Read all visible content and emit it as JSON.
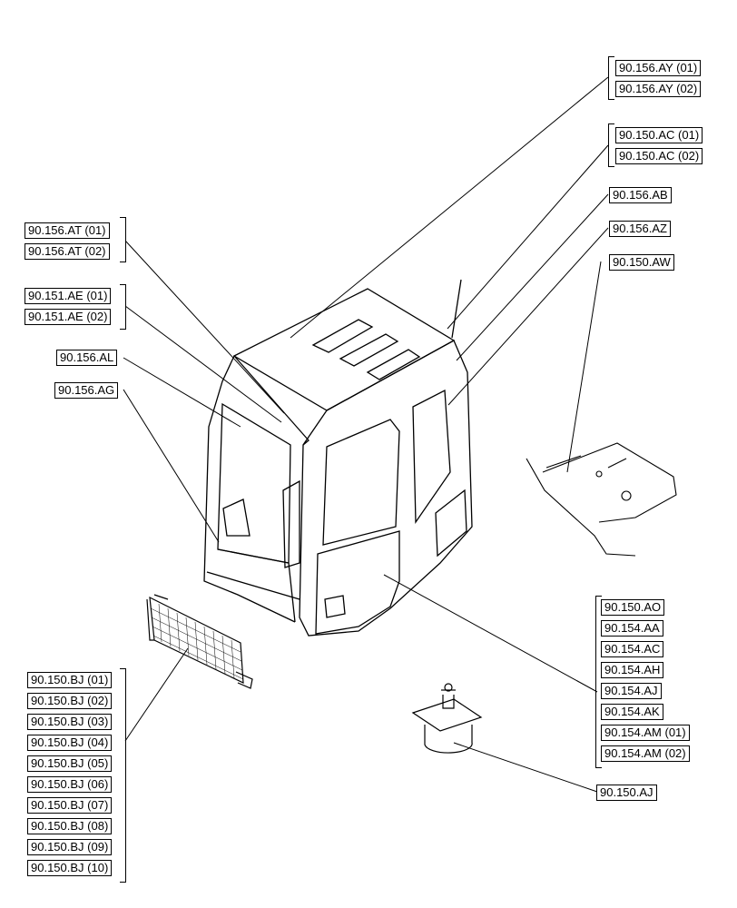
{
  "callouts": {
    "ay": [
      "90.156.AY (01)",
      "90.156.AY (02)"
    ],
    "ac": [
      "90.150.AC (01)",
      "90.150.AC (02)"
    ],
    "ab": "90.156.AB",
    "az": "90.156.AZ",
    "aw": "90.150.AW",
    "at": [
      "90.156.AT (01)",
      "90.156.AT (02)"
    ],
    "ae": [
      "90.151.AE (01)",
      "90.151.AE (02)"
    ],
    "al": "90.156.AL",
    "ag": "90.156.AG",
    "group_right": [
      "90.150.AO",
      "90.154.AA",
      "90.154.AC",
      "90.154.AH",
      "90.154.AJ",
      "90.154.AK",
      "90.154.AM (01)",
      "90.154.AM (02)"
    ],
    "bj": [
      "90.150.BJ (01)",
      "90.150.BJ (02)",
      "90.150.BJ (03)",
      "90.150.BJ (04)",
      "90.150.BJ (05)",
      "90.150.BJ (06)",
      "90.150.BJ (07)",
      "90.150.BJ (08)",
      "90.150.BJ (09)",
      "90.150.BJ (10)"
    ],
    "aj": "90.150.AJ"
  }
}
